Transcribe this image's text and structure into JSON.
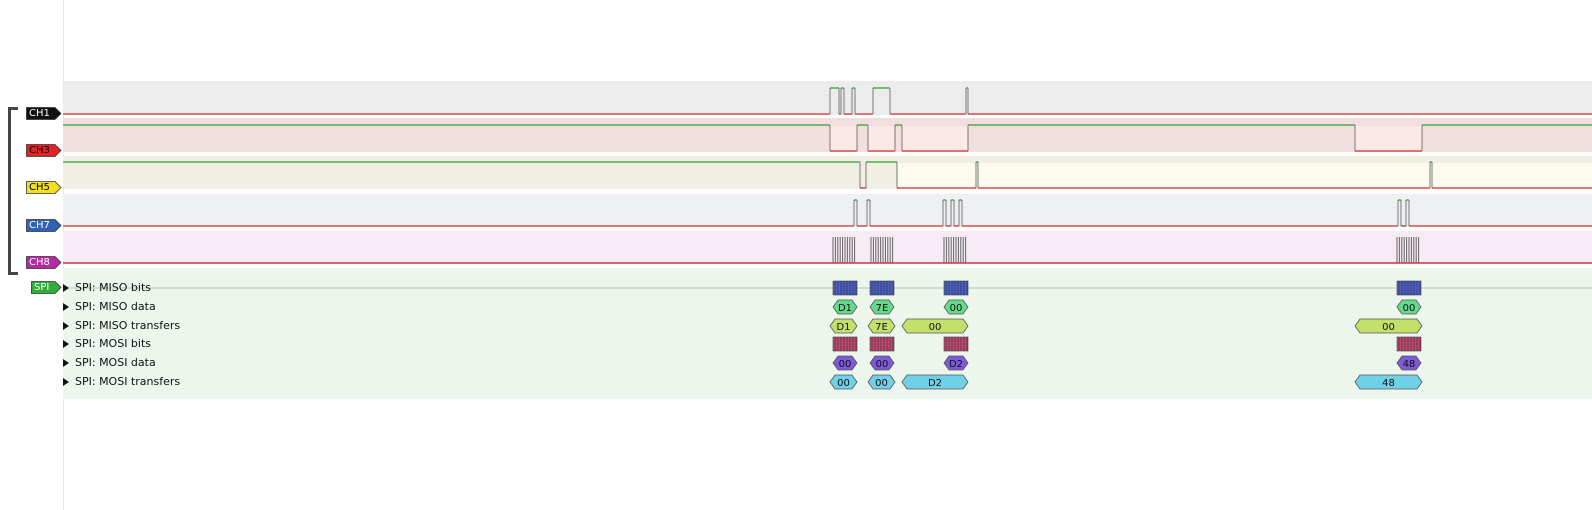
{
  "colors": {
    "signal_high": "#2ca52c",
    "signal_low": "#d03030",
    "ch1_bg": "#ececec",
    "ch3_bg": "#f2dede",
    "ch5_bg": "#f1efe4",
    "ch7_bg": "#eef0f4",
    "ch8_bg": "#f6eaf4",
    "spi_bg": "#edf6ec",
    "miso_bits": "#4b62bf",
    "miso_data": "#66d98a",
    "miso_transfers": "#c3e06a",
    "mosi_bits": "#c24a69",
    "mosi_data": "#7d5ad6",
    "mosi_transfers": "#6fd0e8"
  },
  "channels": [
    {
      "id": "ch1",
      "label": "CH1",
      "tag_color": "#111111",
      "text_color": "#ffffff"
    },
    {
      "id": "ch3",
      "label": "CH3",
      "tag_color": "#e02424",
      "text_color": "#000000"
    },
    {
      "id": "ch5",
      "label": "CH5",
      "tag_color": "#f2e020",
      "text_color": "#000000"
    },
    {
      "id": "ch7",
      "label": "CH7",
      "tag_color": "#2f63b2",
      "text_color": "#ffffff"
    },
    {
      "id": "ch8",
      "label": "CH8",
      "tag_color": "#b52aa0",
      "text_color": "#ffffff"
    }
  ],
  "decoder": {
    "label": "SPI",
    "tag_color": "#2fae3a",
    "rows": [
      {
        "label": "SPI: MISO bits",
        "kind": "bits",
        "color": "miso_bits",
        "values": []
      },
      {
        "label": "SPI: MISO data",
        "kind": "data",
        "color": "miso_data",
        "values": [
          "D1",
          "7E",
          "00",
          "00"
        ]
      },
      {
        "label": "SPI: MISO transfers",
        "kind": "transfer",
        "color": "miso_transfers",
        "values": [
          "D1",
          "7E",
          "00",
          "00"
        ]
      },
      {
        "label": "SPI: MOSI bits",
        "kind": "bits",
        "color": "mosi_bits",
        "values": []
      },
      {
        "label": "SPI: MOSI data",
        "kind": "data",
        "color": "mosi_data",
        "values": [
          "00",
          "00",
          "D2",
          "48"
        ]
      },
      {
        "label": "SPI: MOSI transfers",
        "kind": "transfer",
        "color": "mosi_transfers",
        "values": [
          "00",
          "00",
          "D2",
          "48"
        ]
      }
    ]
  }
}
